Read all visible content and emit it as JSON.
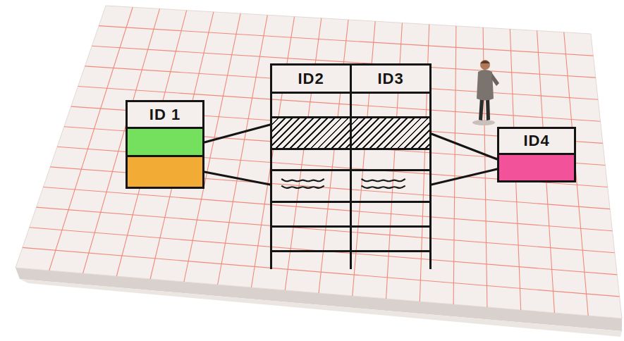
{
  "diagram": {
    "nodes": [
      {
        "text": [
          "ID 1"
        ]
      },
      {
        "text": [
          "ID2",
          "ID3"
        ]
      },
      {
        "text": [
          "ID4"
        ]
      }
    ],
    "edges": [
      {
        "from": 0,
        "to": 1,
        "arrow": "none"
      },
      {
        "from": 0,
        "to": 1,
        "arrow": "none"
      },
      {
        "from": 1,
        "to": 2,
        "arrow": "none"
      },
      {
        "from": 1,
        "to": 2,
        "arrow": "none"
      }
    ]
  }
}
